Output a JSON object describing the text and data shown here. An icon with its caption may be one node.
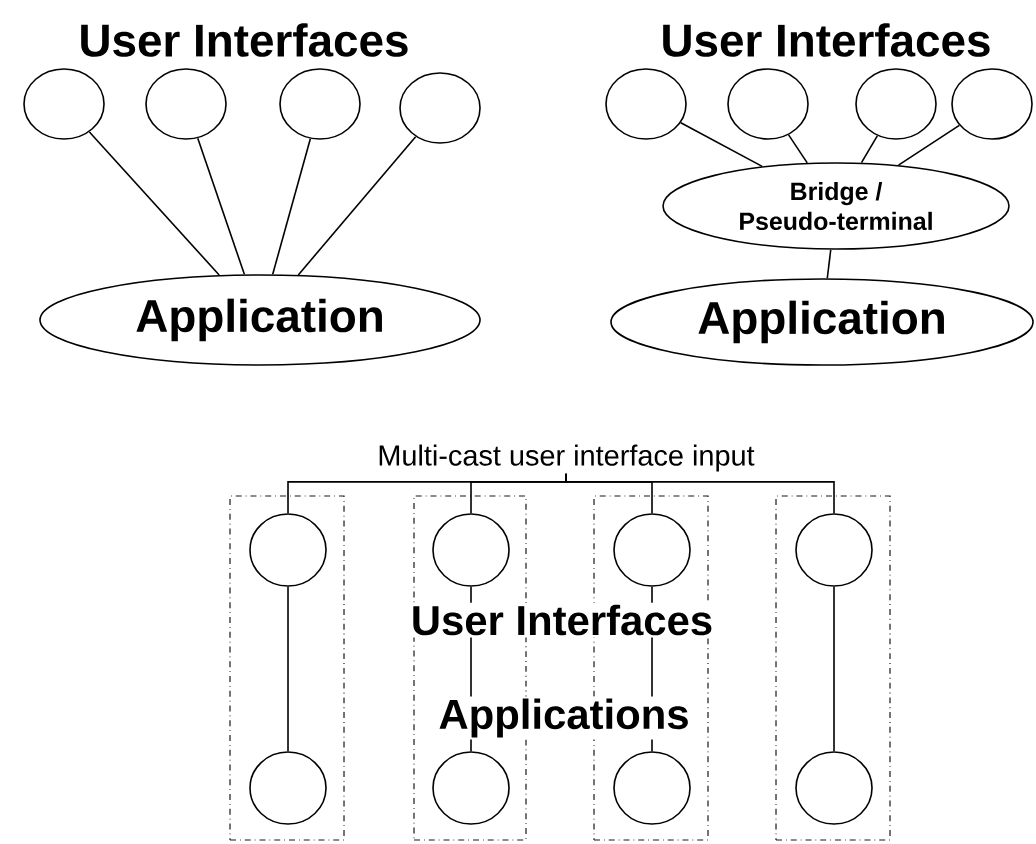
{
  "diagram": {
    "nodes": [
      {
        "text": [
          "Application"
        ]
      },
      {
        "text": [],
        "shape": "circle"
      },
      {
        "text": [],
        "shape": "circle"
      },
      {
        "text": [],
        "shape": "circle"
      },
      {
        "text": [],
        "shape": "circle"
      },
      {
        "text": [],
        "shape": "circle"
      },
      {
        "text": [],
        "shape": "circle"
      },
      {
        "text": [],
        "shape": "circle"
      },
      {
        "text": [],
        "shape": "circle"
      },
      {
        "text": [
          "Bridge / Pseudo-terminal"
        ]
      },
      {
        "text": [
          "Application"
        ]
      },
      {
        "text": [
          "Multi-cast user interface input"
        ]
      },
      {
        "text": [],
        "shape": "box"
      },
      {
        "text": [],
        "shape": "circle",
        "in": 12
      },
      {
        "text": [],
        "shape": "circle",
        "in": 12
      },
      {
        "text": [],
        "shape": "box"
      },
      {
        "text": [],
        "shape": "circle",
        "in": 15
      },
      {
        "text": [],
        "shape": "circle",
        "in": 15
      },
      {
        "text": [],
        "shape": "box"
      },
      {
        "text": [],
        "shape": "circle",
        "in": 18
      },
      {
        "text": [],
        "shape": "circle",
        "in": 18
      },
      {
        "text": [],
        "shape": "box"
      },
      {
        "text": [],
        "shape": "circle",
        "in": 21
      },
      {
        "text": [],
        "shape": "circle",
        "in": 21
      }
    ],
    "edges": [
      {
        "from": 1,
        "to": 0,
        "arrow": "none"
      },
      {
        "from": 2,
        "to": 0,
        "arrow": "none"
      },
      {
        "from": 3,
        "to": 0,
        "arrow": "none"
      },
      {
        "from": 4,
        "to": 0,
        "arrow": "none"
      },
      {
        "from": 5,
        "to": 9,
        "arrow": "none"
      },
      {
        "from": 6,
        "to": 9,
        "arrow": "none"
      },
      {
        "from": 7,
        "to": 9,
        "arrow": "none"
      },
      {
        "from": 8,
        "to": 9,
        "arrow": "none"
      },
      {
        "from": 9,
        "to": 10,
        "arrow": "none"
      },
      {
        "from": 11,
        "to": 13,
        "arrow": "none"
      },
      {
        "from": 11,
        "to": 16,
        "arrow": "none"
      },
      {
        "from": 11,
        "to": 19,
        "arrow": "none"
      },
      {
        "from": 11,
        "to": 22,
        "arrow": "none"
      },
      {
        "from": 13,
        "to": 14,
        "arrow": "none"
      },
      {
        "from": 16,
        "to": 17,
        "arrow": "none"
      },
      {
        "from": 19,
        "to": 20,
        "arrow": "none"
      },
      {
        "from": 22,
        "to": 23,
        "arrow": "none"
      }
    ],
    "labels": [
      "User Interfaces",
      "User Interfaces",
      "User Interfaces",
      "Applications"
    ]
  }
}
